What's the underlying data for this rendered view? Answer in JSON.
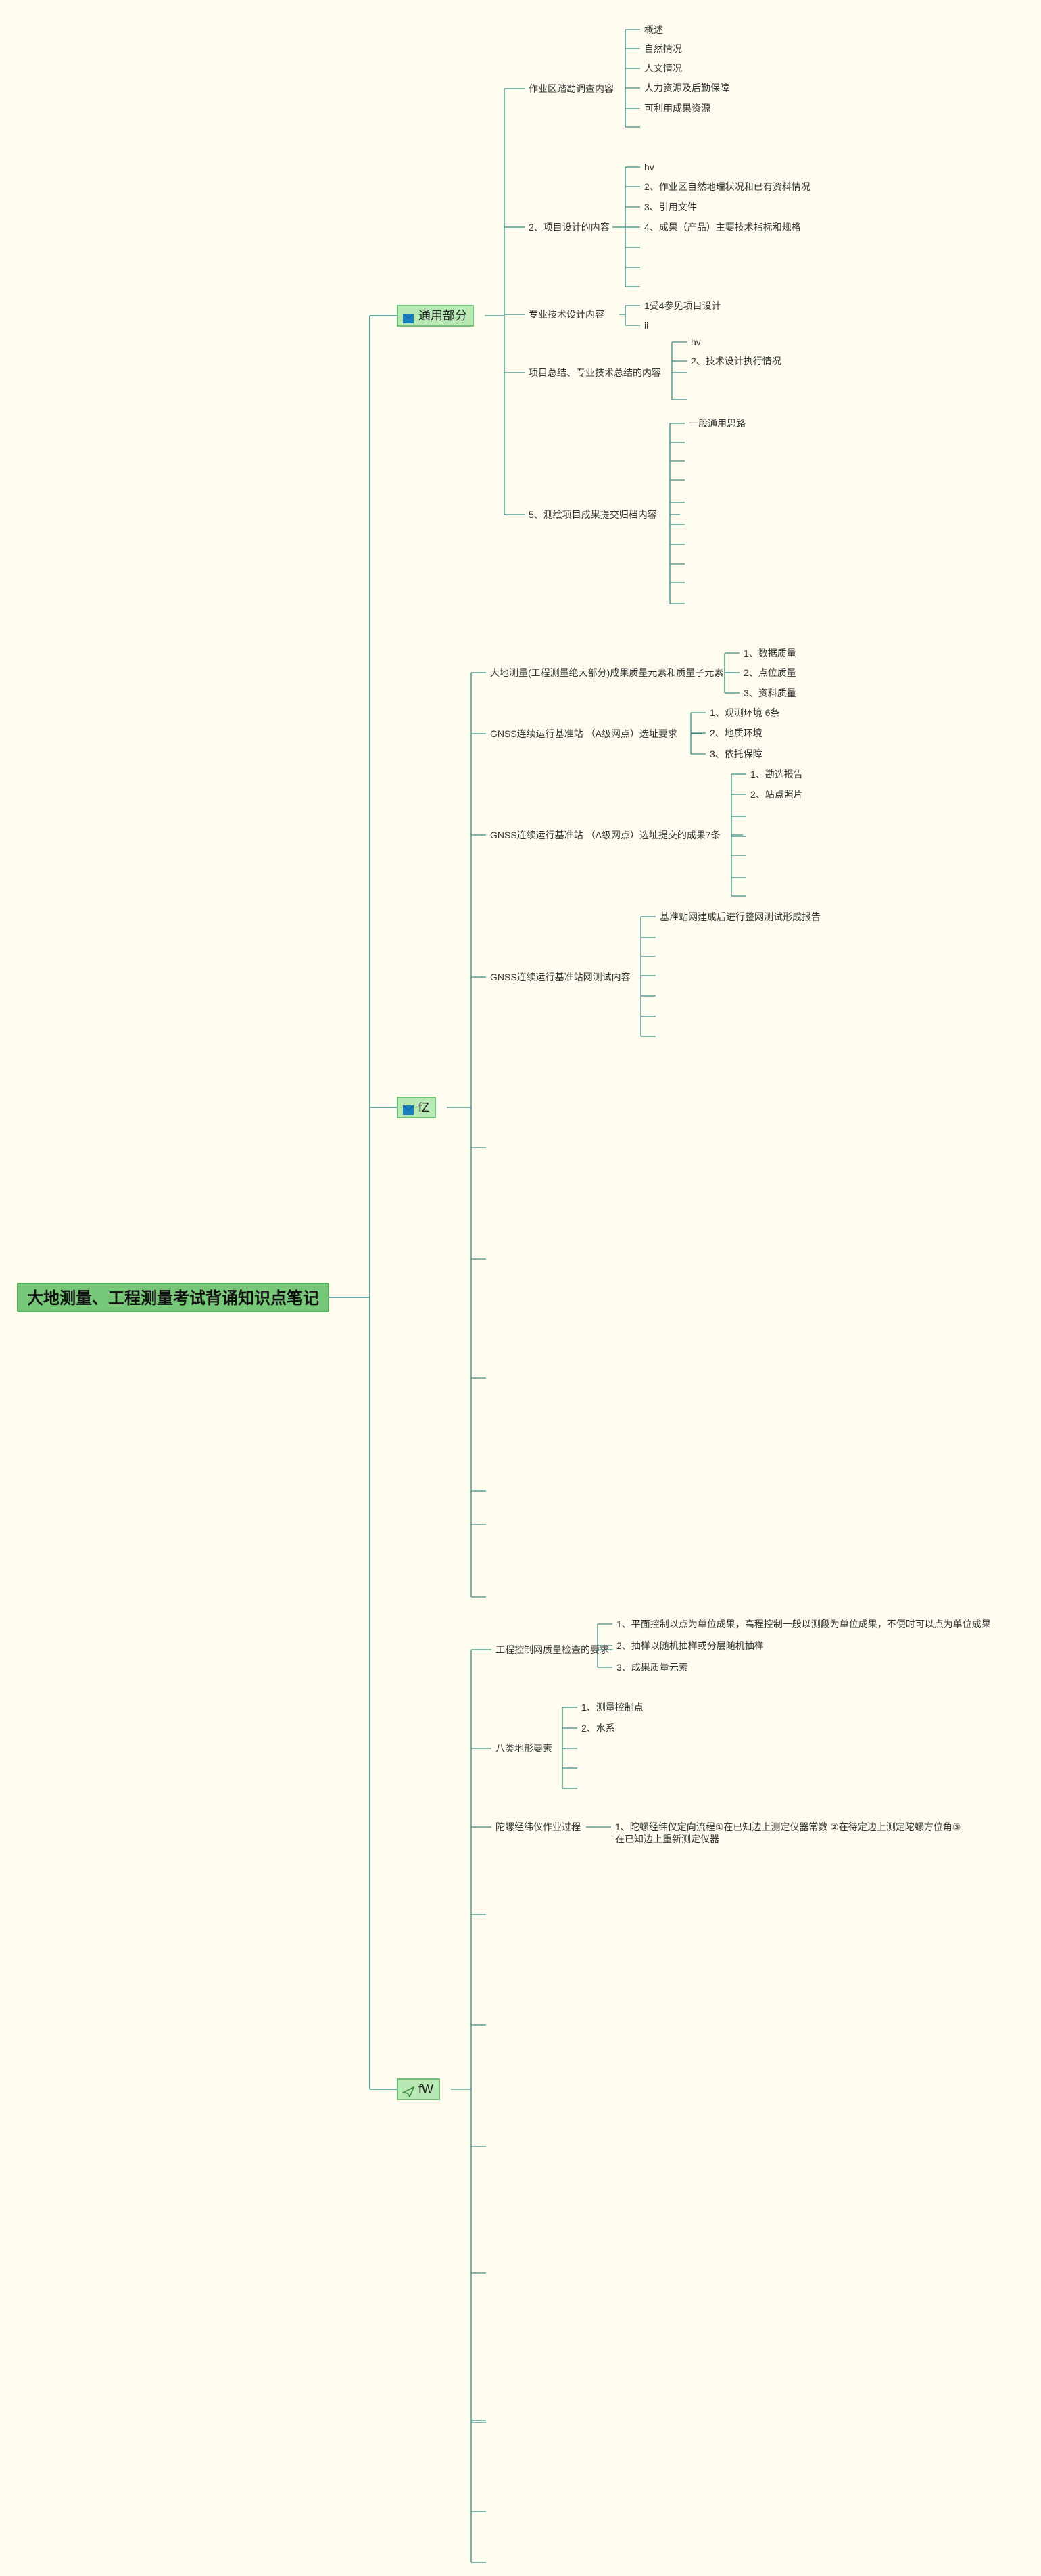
{
  "root": {
    "label": "大地测量、工程测量考试背诵知识点笔记"
  },
  "colors": {
    "background": "#fdfcee",
    "root_fill": "#77c878",
    "branch_fill": "#b8e8b4",
    "line": "#3c8a86",
    "icon": "#1a7fc0"
  },
  "branches": [
    {
      "label": "通用部分",
      "icon": "flag-icon",
      "children": [
        {
          "label": "作业区踏勘调查内容",
          "children": [
            "概述",
            "自然情况",
            "人文情况",
            "人力资源及后勤保障",
            "可利用成果资源",
            ""
          ]
        },
        {
          "label": "2、项目设计的内容",
          "children": [
            "hv",
            "2、作业区自然地理状况和已有资料情况",
            "3、引用文件",
            "4、成果（产品）主要技术指标和规格",
            "",
            "",
            ""
          ]
        },
        {
          "label": "专业技术设计内容",
          "children": [
            "1受4参见项目设计",
            "ii"
          ]
        },
        {
          "label": "项目总结、专业技术总结的内容",
          "children": [
            "hv",
            "2、技术设计执行情况",
            ""
          ]
        },
        {
          "label": "5、测绘项目成果提交归档内容",
          "children": [
            "一般通用思路",
            "",
            "",
            "",
            "",
            "",
            "",
            "",
            "",
            ""
          ]
        }
      ]
    },
    {
      "label": "fZ",
      "icon": "flag-icon",
      "children": [
        {
          "label": "大地测量(工程测量绝大部分)成果质量元素和质量子元素",
          "children": [
            "1、数据质量",
            "2、点位质量",
            "3、资料质量"
          ]
        },
        {
          "label": "GNSS连续运行基准站 （A级网点）选址要求",
          "children": [
            "1、观测环境 6条",
            "2、地质环境",
            "3、依托保障"
          ]
        },
        {
          "label": "GNSS连续运行基准站 （A级网点）选址提交的成果7条",
          "children": [
            "1、勘选报告",
            "2、站点照片",
            "",
            "",
            "",
            "",
            ""
          ]
        },
        {
          "label": "GNSS连续运行基准站网测试内容",
          "children": [
            "基准站网建成后进行整网测试形成报告",
            "",
            "",
            "",
            "",
            "",
            ""
          ]
        },
        {
          "label": "",
          "children": []
        },
        {
          "label": "",
          "children": []
        },
        {
          "label": "",
          "children": []
        },
        {
          "label": "",
          "children": []
        },
        {
          "label": "",
          "children": []
        },
        {
          "label": "",
          "children": []
        }
      ]
    },
    {
      "label": "fW",
      "icon": "paper-plane-icon",
      "children": [
        {
          "label": "工程控制网质量检查的要求",
          "children": [
            "1、平面控制以点为单位成果，高程控制一般以测段为单位成果，不便时可以点为单位成果",
            "2、抽样以随机抽样或分层随机抽样",
            "3、成果质量元素"
          ]
        },
        {
          "label": "八类地形要素",
          "children": [
            "1、测量控制点",
            "2、水系",
            "",
            "",
            ""
          ]
        },
        {
          "label": "陀螺经纬仪作业过程",
          "children": [
            "1、陀螺经纬仪定向流程①在已知边上测定仪器常数 ②在待定边上测定陀螺方位角③在已知边上重新测定仪器"
          ]
        },
        {
          "label": "",
          "children": []
        },
        {
          "label": "",
          "children": []
        },
        {
          "label": "",
          "children": []
        },
        {
          "label": "",
          "children": []
        },
        {
          "label": "",
          "children": []
        },
        {
          "label": "",
          "children": []
        },
        {
          "label": "",
          "children": []
        },
        {
          "label": "",
          "children": []
        }
      ]
    }
  ]
}
